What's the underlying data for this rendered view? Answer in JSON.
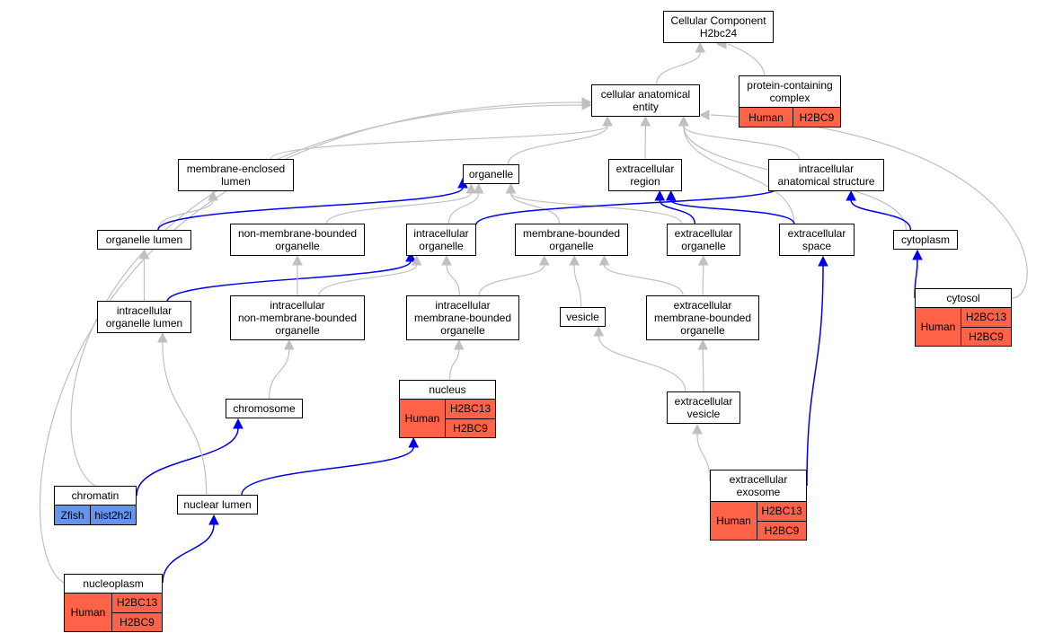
{
  "colors": {
    "is_a_edge": "#c0c0c0",
    "part_of_edge": "#0000ee",
    "human_annotation": "#ff6347",
    "zfish_annotation": "#6495ed"
  },
  "nodes": {
    "root": {
      "label": "Cellular Component\nH2bc24"
    },
    "cae": {
      "label": "cellular anatomical\nentity"
    },
    "pcc": {
      "label": "protein-containing\ncomplex",
      "annotations": [
        {
          "species": "Human",
          "genes": [
            "H2BC9"
          ]
        }
      ]
    },
    "mel": {
      "label": "membrane-enclosed\nlumen"
    },
    "organelle": {
      "label": "organelle"
    },
    "ecr": {
      "label": "extracellular\nregion"
    },
    "ias": {
      "label": "intracellular\nanatomical structure"
    },
    "ol": {
      "label": "organelle lumen"
    },
    "nmbo": {
      "label": "non-membrane-bounded\norganelle"
    },
    "io": {
      "label": "intracellular\norganelle"
    },
    "mbo": {
      "label": "membrane-bounded\norganelle"
    },
    "eco": {
      "label": "extracellular\norganelle"
    },
    "ecs": {
      "label": "extracellular\nspace"
    },
    "cyto": {
      "label": "cytoplasm"
    },
    "iol": {
      "label": "intracellular\norganelle lumen"
    },
    "inmbo": {
      "label": "intracellular\nnon-membrane-bounded\norganelle"
    },
    "imbo": {
      "label": "intracellular\nmembrane-bounded\norganelle"
    },
    "vesicle": {
      "label": "vesicle"
    },
    "ecmbo": {
      "label": "extracellular\nmembrane-bounded\norganelle"
    },
    "cytosol": {
      "label": "cytosol",
      "annotations": [
        {
          "species": "Human",
          "genes": [
            "H2BC13",
            "H2BC9"
          ]
        }
      ]
    },
    "nucleus": {
      "label": "nucleus",
      "annotations": [
        {
          "species": "Human",
          "genes": [
            "H2BC13",
            "H2BC9"
          ]
        }
      ]
    },
    "chromosome": {
      "label": "chromosome"
    },
    "ecv": {
      "label": "extracellular\nvesicle"
    },
    "chromatin": {
      "label": "chromatin",
      "annotations": [
        {
          "species": "Zfish",
          "genes": [
            "hist2h2l"
          ]
        }
      ]
    },
    "nl": {
      "label": "nuclear lumen"
    },
    "ecx": {
      "label": "extracellular\nexosome",
      "annotations": [
        {
          "species": "Human",
          "genes": [
            "H2BC13",
            "H2BC9"
          ]
        }
      ]
    },
    "np": {
      "label": "nucleoplasm",
      "annotations": [
        {
          "species": "Human",
          "genes": [
            "H2BC13",
            "H2BC9"
          ]
        }
      ]
    }
  },
  "edges": [
    {
      "from": "cae",
      "to": "root",
      "type": "is_a"
    },
    {
      "from": "pcc",
      "to": "root",
      "type": "is_a"
    },
    {
      "from": "mel",
      "to": "cae",
      "type": "is_a"
    },
    {
      "from": "organelle",
      "to": "cae",
      "type": "is_a"
    },
    {
      "from": "ecr",
      "to": "cae",
      "type": "is_a"
    },
    {
      "from": "ias",
      "to": "cae",
      "type": "is_a"
    },
    {
      "from": "ecs",
      "to": "cae",
      "type": "is_a"
    },
    {
      "from": "cyto",
      "to": "cae",
      "type": "is_a"
    },
    {
      "from": "cytosol",
      "to": "cae",
      "type": "is_a"
    },
    {
      "from": "chromatin",
      "to": "cae",
      "type": "is_a"
    },
    {
      "from": "np",
      "to": "cae",
      "type": "is_a"
    },
    {
      "from": "ol",
      "to": "mel",
      "type": "is_a"
    },
    {
      "from": "ol",
      "to": "organelle",
      "type": "part_of"
    },
    {
      "from": "nmbo",
      "to": "organelle",
      "type": "is_a"
    },
    {
      "from": "io",
      "to": "organelle",
      "type": "is_a"
    },
    {
      "from": "mbo",
      "to": "organelle",
      "type": "is_a"
    },
    {
      "from": "eco",
      "to": "organelle",
      "type": "is_a"
    },
    {
      "from": "io",
      "to": "ias",
      "type": "part_of"
    },
    {
      "from": "eco",
      "to": "ecr",
      "type": "part_of"
    },
    {
      "from": "ecs",
      "to": "ecr",
      "type": "part_of"
    },
    {
      "from": "cyto",
      "to": "ias",
      "type": "part_of"
    },
    {
      "from": "iol",
      "to": "ol",
      "type": "is_a"
    },
    {
      "from": "iol",
      "to": "io",
      "type": "part_of"
    },
    {
      "from": "inmbo",
      "to": "nmbo",
      "type": "is_a"
    },
    {
      "from": "inmbo",
      "to": "io",
      "type": "is_a"
    },
    {
      "from": "imbo",
      "to": "io",
      "type": "is_a"
    },
    {
      "from": "imbo",
      "to": "mbo",
      "type": "is_a"
    },
    {
      "from": "vesicle",
      "to": "mbo",
      "type": "is_a"
    },
    {
      "from": "ecmbo",
      "to": "mbo",
      "type": "is_a"
    },
    {
      "from": "ecmbo",
      "to": "eco",
      "type": "is_a"
    },
    {
      "from": "cytosol",
      "to": "cyto",
      "type": "part_of"
    },
    {
      "from": "nucleus",
      "to": "imbo",
      "type": "is_a"
    },
    {
      "from": "chromosome",
      "to": "inmbo",
      "type": "is_a"
    },
    {
      "from": "ecv",
      "to": "vesicle",
      "type": "is_a"
    },
    {
      "from": "ecv",
      "to": "ecmbo",
      "type": "is_a"
    },
    {
      "from": "chromatin",
      "to": "chromosome",
      "type": "part_of"
    },
    {
      "from": "nl",
      "to": "iol",
      "type": "is_a"
    },
    {
      "from": "nl",
      "to": "nucleus",
      "type": "part_of"
    },
    {
      "from": "ecx",
      "to": "ecv",
      "type": "is_a"
    },
    {
      "from": "ecx",
      "to": "ecs",
      "type": "part_of"
    },
    {
      "from": "np",
      "to": "nl",
      "type": "part_of"
    }
  ]
}
